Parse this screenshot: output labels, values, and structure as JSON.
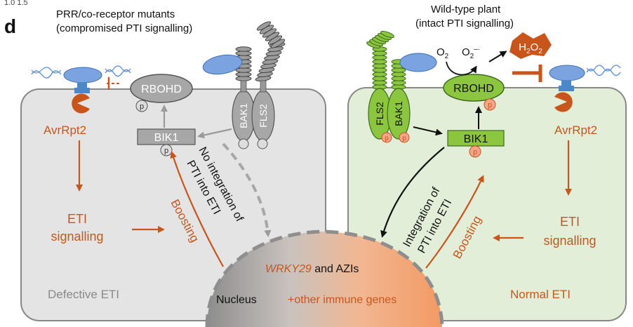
{
  "corner_label": "1.0 1.5",
  "panel_label": "d",
  "left_title": [
    "PRR/co-receptor mutants",
    "(compromised PTI signalling)"
  ],
  "right_title": [
    "Wild-type plant",
    "(intact PTI signalling)"
  ],
  "avr_label": "AvrRpt2",
  "rbohd": "RBOHD",
  "bik1": "BIK1",
  "bak1": "BAK1",
  "fls2": "FLS2",
  "p": "p",
  "o2": "O",
  "o2_sub": "2",
  "o2m": "O",
  "o2m_sub": "2",
  "o2m_sup": "–·",
  "h2o2": [
    "H",
    "2",
    "O",
    "2"
  ],
  "eti_signalling": [
    "ETI",
    "signalling"
  ],
  "boosting": "Boosting",
  "no_integration": [
    "No integration of",
    "PTI into ETI"
  ],
  "integration": [
    "Integration of",
    "PTI into ETI"
  ],
  "defective_eti": "Defective ETI",
  "normal_eti": "Normal ETI",
  "nucleus": "Nucleus",
  "wrky29_italic": "WRKY29",
  "wrky29_rest": " and AZIs",
  "other_genes": "+other immune genes",
  "colors": {
    "orange": "#c8561c",
    "green_fill": "#8cc63f",
    "green_cell": "#e3eed8",
    "grey_cell": "#e4e4e4",
    "grey_mid": "#a7a7a7",
    "blue": "#5b8fd6",
    "nucleus_grey": "#9e9e9e",
    "nucleus_orange": "#f4a277"
  }
}
